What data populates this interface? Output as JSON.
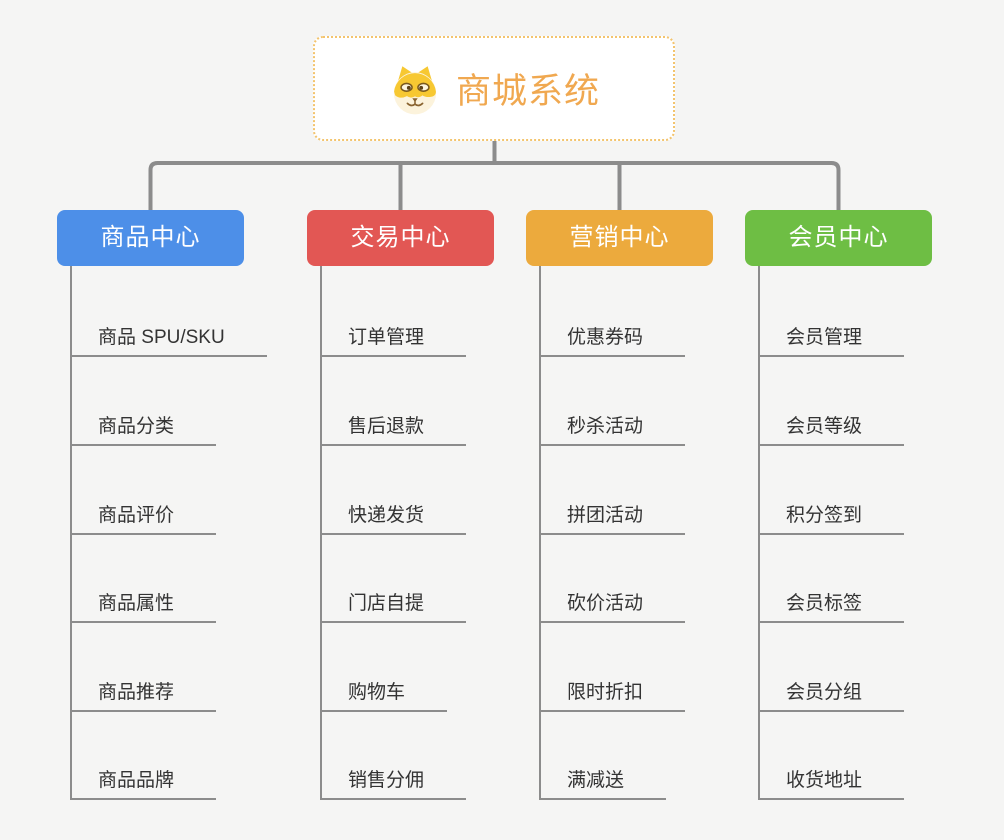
{
  "canvas": {
    "background": "#F5F5F4"
  },
  "root": {
    "label": "商城系统",
    "icon": "shiba-dog-icon",
    "text_color": "#F0A850",
    "border_color": "#F3C46E"
  },
  "connector_color": "#8C8C8C",
  "child_text_color": "#333333",
  "branches": [
    {
      "label": "商品中心",
      "color": "#4D8FE8",
      "children": [
        "商品 SPU/SKU",
        "商品分类",
        "商品评价",
        "商品属性",
        "商品推荐",
        "商品品牌"
      ]
    },
    {
      "label": "交易中心",
      "color": "#E25754",
      "children": [
        "订单管理",
        "售后退款",
        "快递发货",
        "门店自提",
        "购物车",
        "销售分佣"
      ]
    },
    {
      "label": "营销中心",
      "color": "#ECAA3D",
      "children": [
        "优惠券码",
        "秒杀活动",
        "拼团活动",
        "砍价活动",
        "限时折扣",
        "满减送"
      ]
    },
    {
      "label": "会员中心",
      "color": "#6EBE44",
      "children": [
        "会员管理",
        "会员等级",
        "积分签到",
        "会员标签",
        "会员分组",
        "收货地址"
      ]
    }
  ]
}
